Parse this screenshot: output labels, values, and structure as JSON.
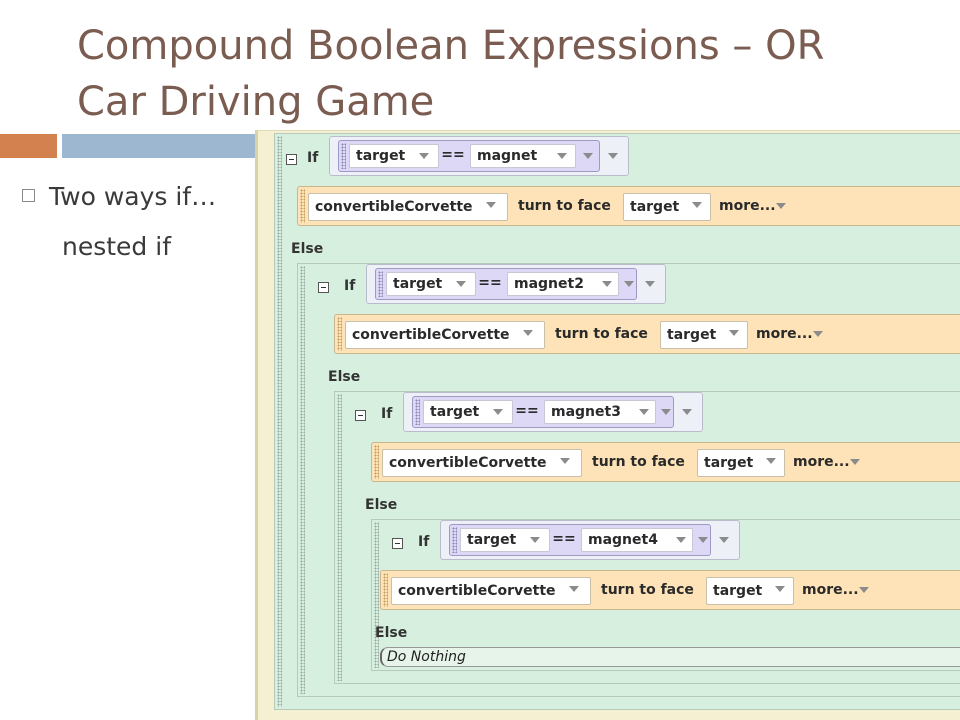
{
  "slide": {
    "title_line1": "Compound Boolean Expressions – OR",
    "title_line2": "Car Driving Game",
    "bullet": "Two ways if…",
    "subline": "nested if"
  },
  "editor": {
    "if_label": "If",
    "else_label": "Else",
    "equals": "==",
    "condition_left": "target",
    "object": "convertibleCorvette",
    "method": "turn to face",
    "argument": "target",
    "more": "more...",
    "magnets": [
      "magnet",
      "magnet2",
      "magnet3",
      "magnet4"
    ],
    "do_nothing": "Do Nothing"
  },
  "colors": {
    "title": "#7a5c50",
    "accent_orange": "#d3814f",
    "accent_blue": "#9db7d1",
    "if_block": "#d6efdf",
    "statement": "#fde3b7",
    "condition": "#dcd8f6"
  }
}
